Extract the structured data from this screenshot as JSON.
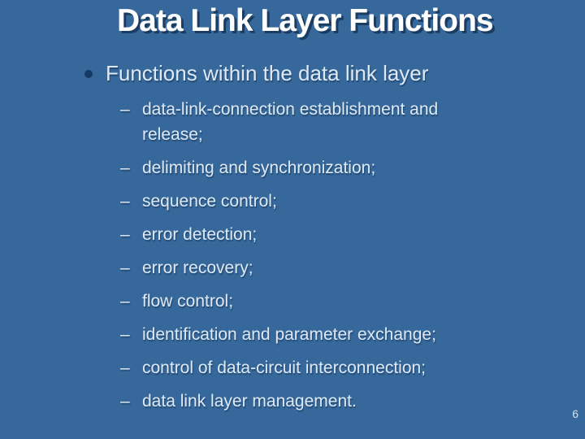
{
  "slide": {
    "title": "Data Link Layer Functions",
    "bullet": "Functions within the data link layer",
    "item_marker": "–",
    "items": [
      {
        "line1": "data-link-connection establishment and",
        "line2": "release;"
      },
      {
        "line1": "delimiting and synchronization;"
      },
      {
        "line1": "sequence control;"
      },
      {
        "line1": "error detection;"
      },
      {
        "line1": "error recovery;"
      },
      {
        "line1": "flow control;"
      },
      {
        "line1": "identification and parameter exchange;"
      },
      {
        "line1": "control of data-circuit interconnection;"
      },
      {
        "line1": "data link layer management."
      }
    ],
    "page_number": "6",
    "colors": {
      "background": "#36689B",
      "title_text": "#FFFFFF",
      "title_shadow": "#1B3C61",
      "body_text": "#DFE9F4",
      "bullet_dot": "#143A63",
      "page_number": "#CFE1F0"
    }
  }
}
